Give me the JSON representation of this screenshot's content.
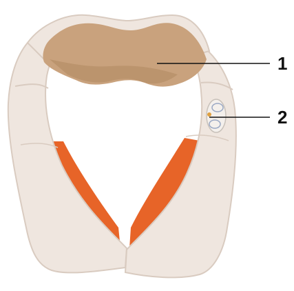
{
  "callouts": [
    {
      "id": "1",
      "label": "1",
      "target": "massage-pillow-center"
    },
    {
      "id": "2",
      "label": "2",
      "target": "control-buttons"
    }
  ],
  "colors": {
    "strap": "#efe6df",
    "strap_shadow": "#d9cbc0",
    "pillow": "#c9a27d",
    "pillow_dark": "#b38b63",
    "lining": "#e76428",
    "lining_dark": "#c84f1f",
    "leader_line": "#111111",
    "button_panel": "#f4f0ec",
    "button_outline": "#9aa8c4"
  }
}
